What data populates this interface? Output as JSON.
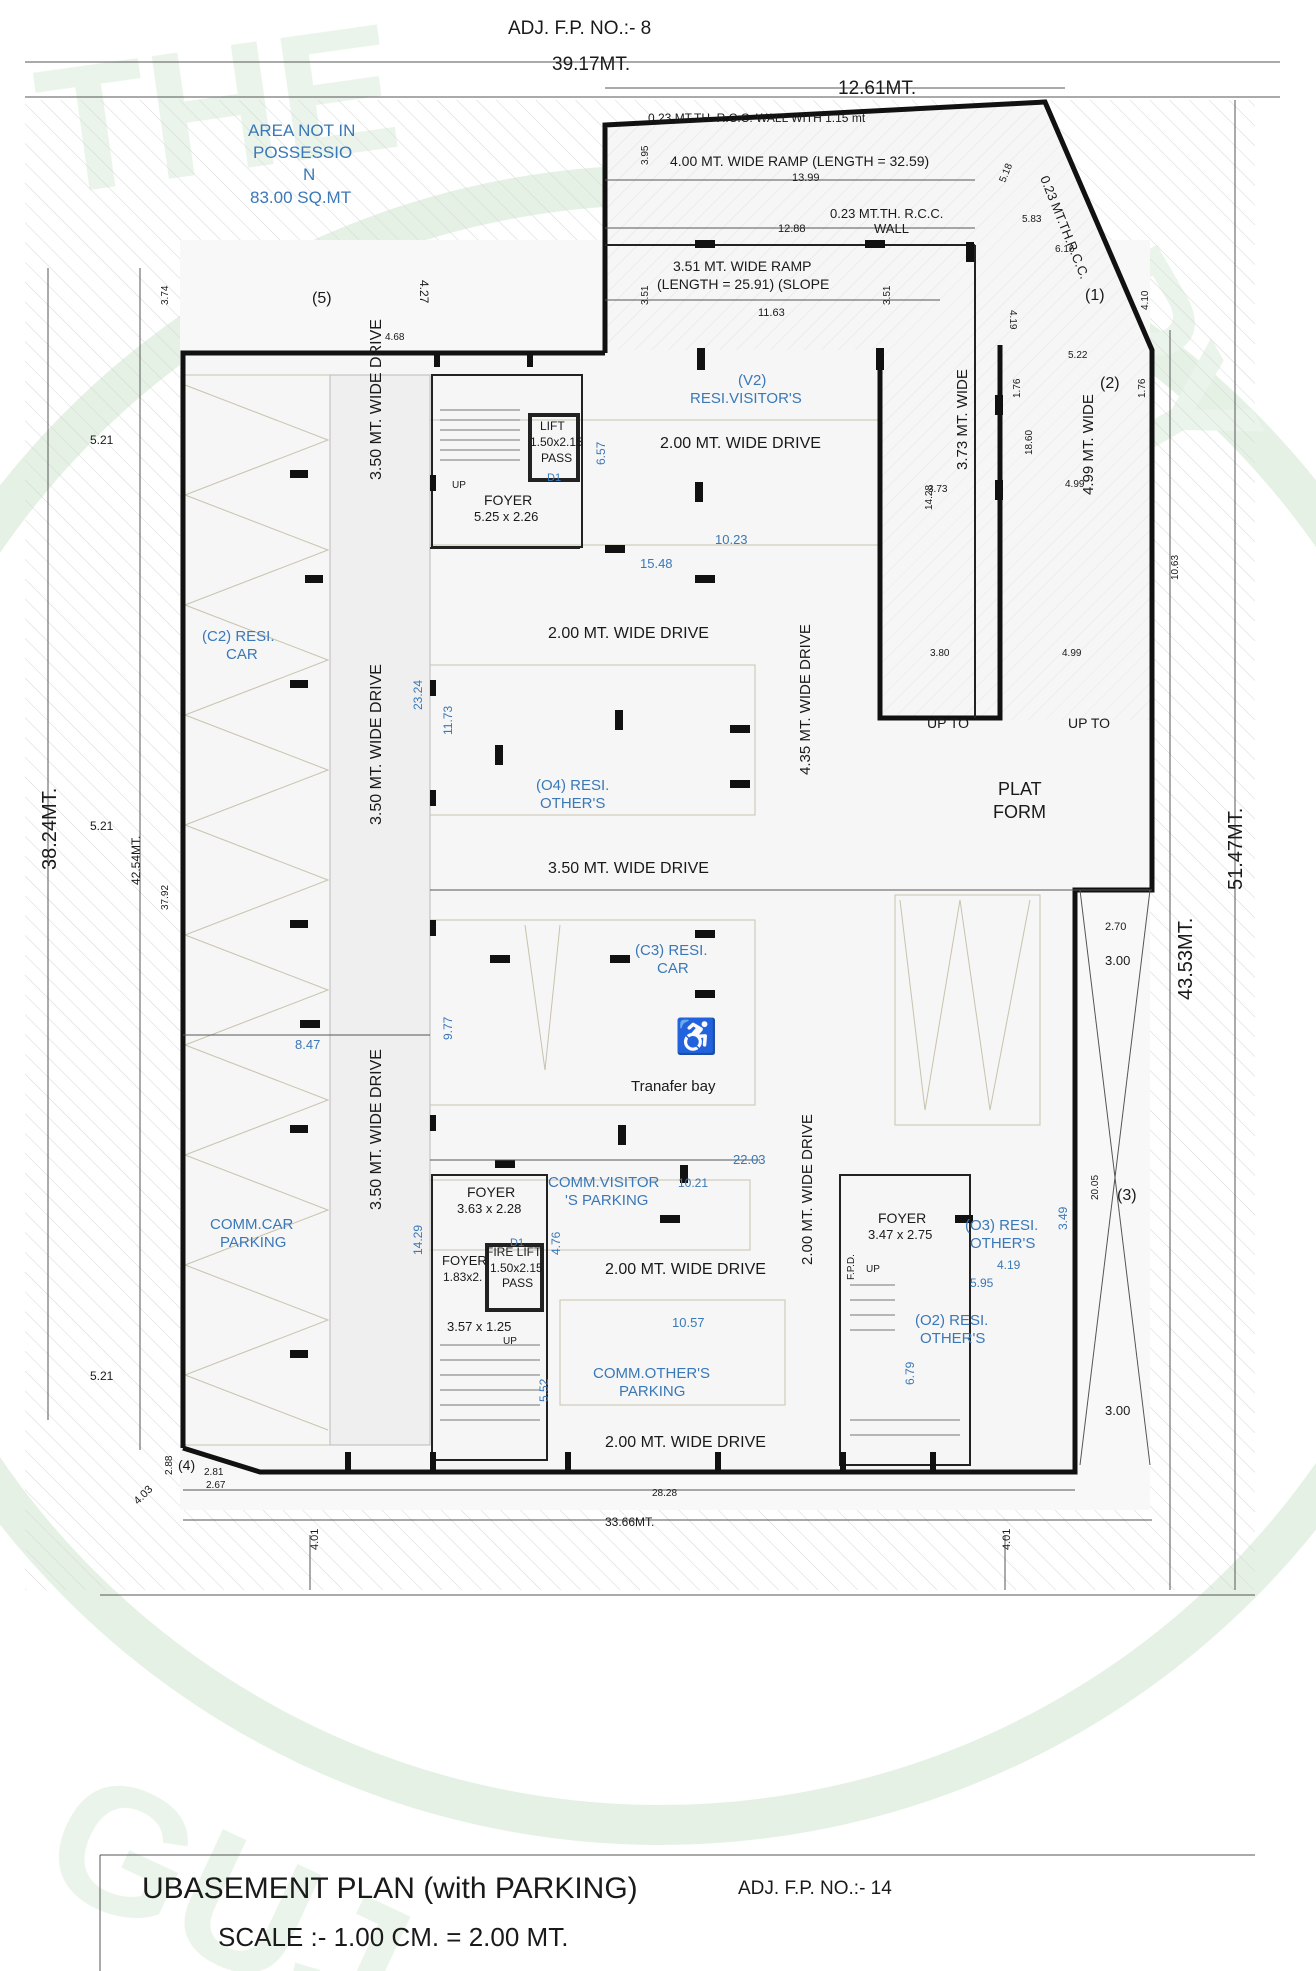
{
  "header": {
    "adj_top": "ADJ. F.P. NO.:- 8",
    "overall_width": "39.17MT.",
    "ramp_top_width": "12.61MT."
  },
  "footer": {
    "title": "UBASEMENT PLAN (with PARKING)",
    "scale": "SCALE :- 1.00 CM. = 2.00 MT.",
    "adj_bottom": "ADJ. F.P. NO.:- 14"
  },
  "dims": {
    "left_outer": "38.24MT.",
    "left_mid": "42.54MT.",
    "left_inner": "37.92",
    "right_outer": "51.47MT.",
    "right_mid": "43.53MT.",
    "bottom_overall": "33.66MT.",
    "bottom_inner": "28.28",
    "d521": "5.21",
    "d401": "4.01",
    "d403": "4.03",
    "d374": "3.74",
    "d427": "4.27",
    "d468": "4.68",
    "d1399": "13.99",
    "d1288": "12.88",
    "d1163": "11.63",
    "d395": "3.95",
    "d351": "3.51",
    "d1023": "10.23",
    "d1548": "15.48",
    "d2324": "23.24",
    "d1173": "11.73",
    "d847": "8.47",
    "d977": "9.77",
    "d2203": "22.03",
    "d1021": "10.21",
    "d1429": "14.29",
    "d476": "4.76",
    "d1057": "10.57",
    "d552": "5.52",
    "d657": "6.57",
    "d1428": "14.28",
    "d373": "3.73",
    "d380": "3.80",
    "d499": "4.99",
    "d1860": "18.60",
    "d176": "1.76",
    "d522": "5.22",
    "d419": "4.19",
    "d410": "4.10",
    "d1063": "10.63",
    "d270": "2.70",
    "d300": "3.00",
    "d2005": "20.05",
    "d349": "3.49",
    "d595": "5.95",
    "d679": "6.79",
    "d288": "2.88",
    "d281": "2.81",
    "d267": "2.67",
    "d518": "5.18",
    "d583": "5.83",
    "d616": "6.16"
  },
  "labels": {
    "area_not": "AREA NOT IN",
    "possessio": "POSSESSIO",
    "n": "N",
    "area_sqmt": "83.00 SQ.MT",
    "wall_top": "0.23 MT.TH. R.C.C. WALL WITH 1.15 mt",
    "ramp1": "4.00 MT.  WIDE RAMP (LENGTH = 32.59)",
    "wall_mid1": "0.23 MT.TH. R.C.C.",
    "wall_mid2": "WALL",
    "ramp2a": "3.51 MT.  WIDE RAMP",
    "ramp2b": "(LENGTH = 25.91) (SLOPE",
    "wall_diag": "0.23 MT.TH.R.C.C.",
    "n1": "(1)",
    "n2": "(2)",
    "n3": "(3)",
    "n4": "(4)",
    "n5": "(5)",
    "v2a": "(V2)",
    "v2b": "RESI.VISITOR'S",
    "drive200": "2.00 MT. WIDE DRIVE",
    "drive350": "3.50 MT. WIDE DRIVE",
    "drive435": "4.35 MT. WIDE DRIVE",
    "drive373": "3.73 MT. WIDE",
    "drive499": "4.99 MT. WIDE",
    "lift1": "LIFT",
    "lift2": "1.50x2.15",
    "lift3": "PASS",
    "d1": "D1",
    "up": "UP",
    "foyer": "FOYER",
    "foyer1": "5.25 x 2.26",
    "foyer2": "3.63 x 2.28",
    "foyer3": "1.83x2.",
    "foyer4": "3.47 x 2.75",
    "stair": "3.57 x 1.25",
    "c2a": "(C2) RESI.",
    "c2b": "CAR",
    "o4a": "(O4) RESI.",
    "o4b": "OTHER'S",
    "c3a": "(C3) RESI.",
    "c3b": "CAR",
    "transfer": "Tranafer bay",
    "upto": "UP TO",
    "plat1": "PLAT",
    "plat2": "FORM",
    "commcar1": "COMM.CAR",
    "commcar2": "PARKING",
    "commvis1": "COMM.VISITOR",
    "commvis2": "'S PARKING",
    "firelift1": "FIRE LIFT",
    "firelift2": "1.50x2.15",
    "firelift3": "PASS",
    "o3a": "(O3) RESI.",
    "o3b": "OTHER'S",
    "o2a": "(O2) RESI.",
    "o2b": "OTHER'S",
    "commoth1": "COMM.OTHER'S",
    "commoth2": "PARKING",
    "fpd": "F.P.D."
  },
  "icons": {
    "accessible": "wheelchair-icon"
  }
}
